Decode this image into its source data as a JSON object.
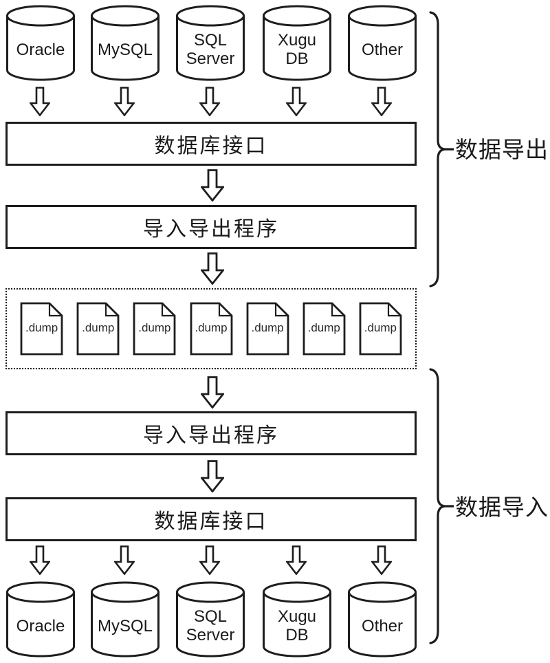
{
  "export_flow": {
    "bracket_label": "数据导出",
    "source_databases": [
      "Oracle",
      "MySQL",
      "SQL Server",
      "Xugu DB",
      "Other"
    ],
    "database_interface_label": "数据库接口",
    "import_export_program_label": "导入导出程序"
  },
  "dump_store": {
    "file_labels": [
      ".dump",
      ".dump",
      ".dump",
      ".dump",
      ".dump",
      ".dump",
      ".dump"
    ]
  },
  "import_flow": {
    "bracket_label": "数据导入",
    "import_export_program_label": "导入导出程序",
    "database_interface_label": "数据库接口",
    "target_databases": [
      "Oracle",
      "MySQL",
      "SQL Server",
      "Xugu DB",
      "Other"
    ]
  },
  "colors": {
    "line": "#1d1d1d",
    "background": "#ffffff"
  }
}
